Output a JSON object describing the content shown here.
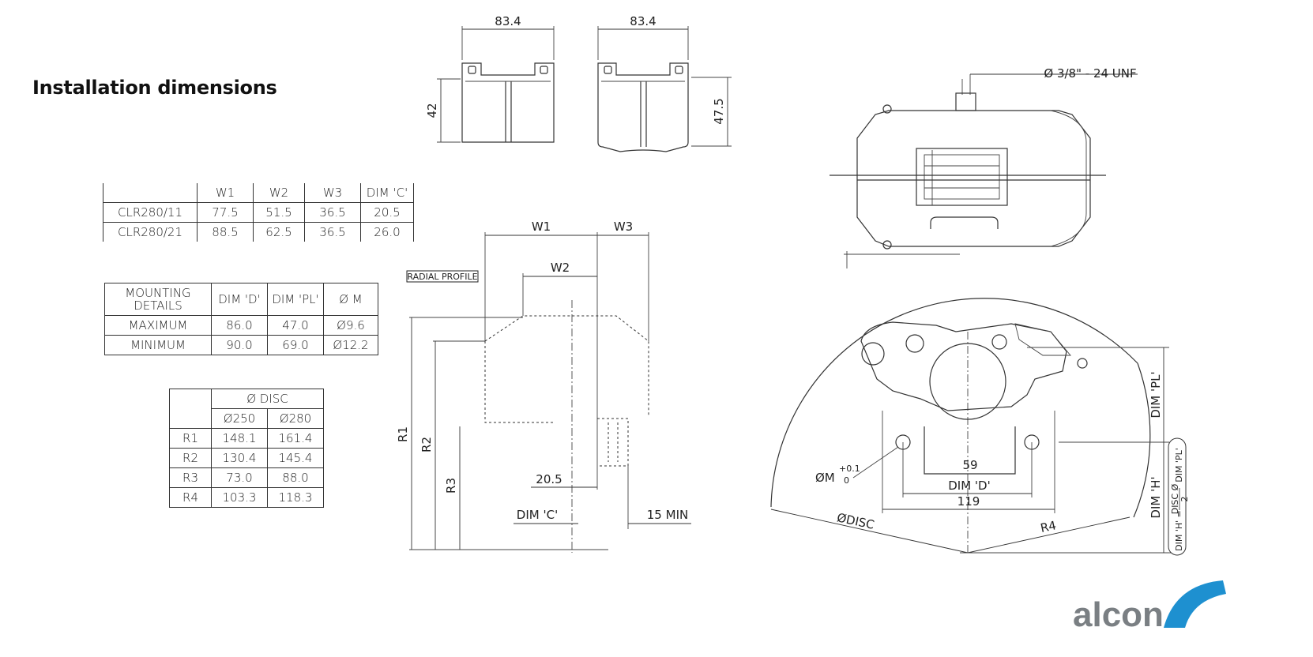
{
  "heading": "Installation dimensions",
  "colors": {
    "line": "#333333",
    "logo_text": "#7a7f83",
    "logo_swoosh": "#1e90d0"
  },
  "table_w": {
    "header": [
      "",
      "W1",
      "W2",
      "W3",
      "DIM 'C'"
    ],
    "rows": [
      [
        "CLR280/11",
        "77.5",
        "51.5",
        "36.5",
        "20.5"
      ],
      [
        "CLR280/21",
        "88.5",
        "62.5",
        "36.5",
        "26.0"
      ]
    ]
  },
  "table_mounting": {
    "header": [
      "MOUNTING DETAILS",
      "DIM 'D'",
      "DIM 'PL'",
      "Ø M"
    ],
    "rows": [
      [
        "MAXIMUM",
        "86.0",
        "47.0",
        "Ø9.6"
      ],
      [
        "MINIMUM",
        "90.0",
        "69.0",
        "Ø12.2"
      ]
    ]
  },
  "table_disc": {
    "group_header": "Ø DISC",
    "sub_header": [
      "Ø250",
      "Ø280"
    ],
    "rows": [
      [
        "R1",
        "148.1",
        "161.4"
      ],
      [
        "R2",
        "130.4",
        "145.4"
      ],
      [
        "R3",
        "73.0",
        "88.0"
      ],
      [
        "R4",
        "103.3",
        "118.3"
      ]
    ]
  },
  "pads": {
    "left_width": "83.4",
    "left_height": "42",
    "right_width": "83.4",
    "right_height": "47.5"
  },
  "profile": {
    "tag": "RADIAL PROFILE",
    "w1": "W1",
    "w2": "W2",
    "w3": "W3",
    "r1": "R1",
    "r2": "R2",
    "r3": "R3",
    "dim_20_5": "20.5",
    "dim_c": "DIM 'C'",
    "min_15": "15 MIN"
  },
  "caliper_top": {
    "thread": "Ø 3/8\" - 24 UNF"
  },
  "caliper_front": {
    "dim_pl": "DIM 'PL'",
    "dim_h": "DIM 'H'",
    "dim_h_formula_a": "DIM 'H' =",
    "dim_h_formula_b": "DISC Ø",
    "dim_h_formula_c": "2",
    "dim_h_formula_d": "DIM 'PL'",
    "om": "ØM",
    "om_tol_up": "+0.1",
    "om_tol_dn": "0",
    "d59": "59",
    "dim_d": "DIM 'D'",
    "d119": "119",
    "odisc": "ØDISC",
    "r4": "R4"
  },
  "logo": {
    "text": "alcon"
  }
}
